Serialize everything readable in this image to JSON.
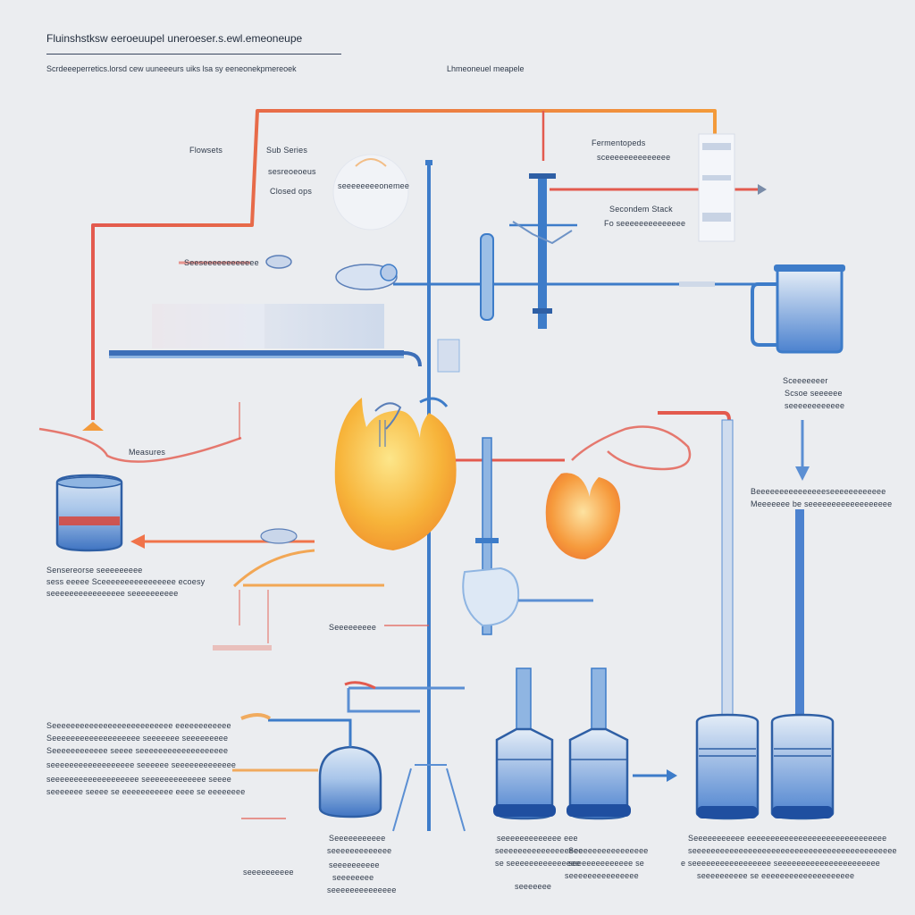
{
  "header": {
    "title": "Fluinshstksw eeroeuupel uneroeser.s.ewl.emeoneupe",
    "subtitle": "Scrdeeeperretics.lorsd cew uuneeeurs uiks lsa sy eeneonekpmereoek",
    "section_label": "Lhmeoneuel meapele"
  },
  "labels": {
    "flowsets": "Flowsets",
    "sub_series": "Sub Series",
    "sub_series_note": "sesreoeoeus",
    "closed_ops": "Closed ops",
    "upper_note": "seeeeeeeeonemee",
    "fermentopeds": "Fermentopeds",
    "fermentopeds_note": "sceeeeeeeeeeeeee",
    "secondary_stack": "Secondem Stack",
    "secondary_note": "Fo seeeeeeeeeeeeee",
    "left_mid": "Seeseeeeeeeeeeee",
    "measures": "Measures",
    "right_tank_1": "Sceeeeeeer",
    "right_tank_2": "Scsoe seeeeee",
    "right_tank_3": "seeeeeeeeeeee",
    "right_mid_1": "Beeeeeeeeeeeeeeeseeeeeeeeeeee",
    "right_mid_2": "Meeeeeee be seeeeeeeeeeeeeeeeee",
    "left_reservoir_1": "Sensereorse seeeeeeeee",
    "left_reservoir_2": "sess eeeee Sceeeeeeeeeeeeeeee ecoesy",
    "left_reservoir_3": "seeeeeeeeeeeeeeee seeeeeeeeee",
    "center_low": "Seeeeeeeee",
    "bottom_left_block": [
      "Seeeeeeeeeeeeeeeeeeeeeeeeee eeeeeeeeeeee",
      "Seeeeeeeeeeeeeeeeeee seeeeeee seeeeeeeee",
      "Seeeeeeeeeeee seeee seeeeeeeeeeeeeeeeeee",
      "seeeeeeeeeeeeeeeeee seeeeee seeeeeeeeeeeee",
      "seeeeeeeeeeeeeeeeeee seeeeeeeeeeeee seeee",
      "seeeeeee seeee se eeeeeeeeeee eeee se eeeeeeee"
    ],
    "bottom_center_left": [
      "Seeeeeeeeeee",
      "seeeeeeeeeeeee",
      "seeeeeeeeee",
      "seeeeeeee",
      "seeeeeeeeeeeeee"
    ],
    "bottom_center_a": [
      "seeeeeeeeeeeee eee",
      "seeeeeeeeeeeeeeeeee",
      "se seeeeeeeeeeeeeee",
      "seeeeeee"
    ],
    "bottom_center_b": [
      "Seeeeeeeeeeeeeeee",
      "seeeeeeeeeeeee se",
      "seeeeeeeeeeeeeee"
    ],
    "bottom_right": [
      "Seeeeeeeeeee eeeeeeeeeeeeeeeeeeeeeeeeeeeeee",
      "seeeeeeeeeeeeeeeeeeeeeeeeeeeeeeeeeeeeeeeeeeee",
      "e seeeeeeeeeeeeeeeee seeeeeeeeeeeeeeeeeeeeee",
      "seeeeeeeeee se eeeeeeeeeeeeeeeeeeee"
    ],
    "bottom_left_small": "seeeeeeeeee"
  },
  "colors": {
    "background": "#ebedf0",
    "pipe_blue": "#3d7cc9",
    "pipe_light_blue": "#8fb5e2",
    "pipe_red": "#e35a4e",
    "pipe_orange": "#f39a3a",
    "fluid_blue": "#5b93d6",
    "heart_yellow": "#f7c24a",
    "heart_orange": "#f58a3c",
    "text": "#2f3a4a"
  }
}
